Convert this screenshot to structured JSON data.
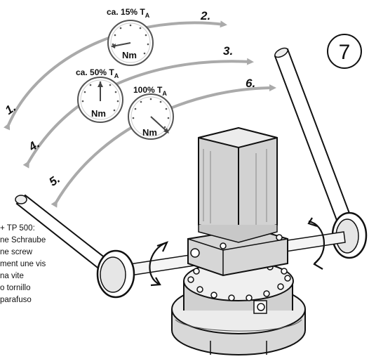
{
  "step_number": "7",
  "gauges": [
    {
      "id": "g15",
      "caption_prefix": "ca. 15% T",
      "caption_sub": "A",
      "unit": "Nm"
    },
    {
      "id": "g50",
      "caption_prefix": "ca. 50% T",
      "caption_sub": "A",
      "unit": "Nm"
    },
    {
      "id": "g100",
      "caption_prefix": "100% T",
      "caption_sub": "A",
      "unit": "Nm"
    }
  ],
  "steps": [
    "1.",
    "2.",
    "3.",
    "4.",
    "5.",
    "6."
  ],
  "note_lines": [
    "+ TP 500:",
    "ne Schraube",
    "ne screw",
    "ment une vis",
    "na vite",
    "o tornillo",
    "parafuso"
  ]
}
